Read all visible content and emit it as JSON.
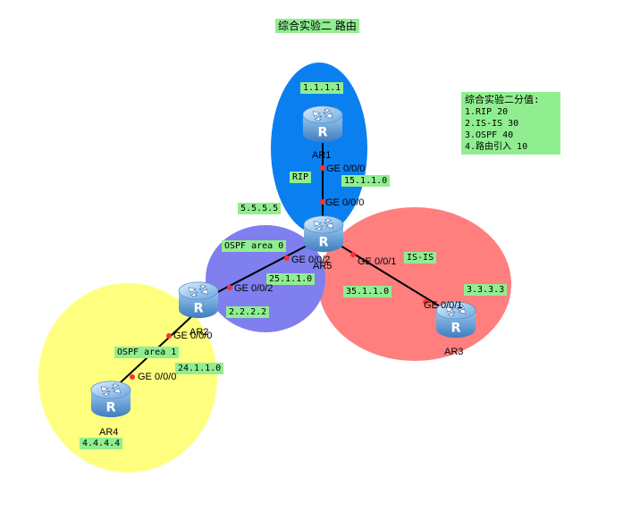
{
  "title": "综合实验二 路由",
  "score": {
    "heading": "综合实验二分值:",
    "items": [
      "1.RIP 20",
      "2.IS-IS 30",
      "3.OSPF 40",
      "4.路由引入 10"
    ]
  },
  "areas": {
    "rip": "RIP",
    "isis": "IS-IS",
    "ospf0": "OSPF area 0",
    "ospf1": "OSPF area 1"
  },
  "routers": {
    "ar1": "AR1",
    "ar2": "AR2",
    "ar3": "AR3",
    "ar4": "AR4",
    "ar5": "AR5"
  },
  "addresses": {
    "ar1_id": "1.1.1.1",
    "ar2_id": "2.2.2.2",
    "ar3_id": "3.3.3.3",
    "ar4_id": "4.4.4.4",
    "ar5_id": "5.5.5.5",
    "net15": "15.1.1.0",
    "net25": "25.1.1.0",
    "net35": "35.1.1.0",
    "net24": "24.1.1.0"
  },
  "ports": {
    "ar1_g000": "GE 0/0/0",
    "ar5_g000": "GE 0/0/0",
    "ar5_g002": "GE 0/0/2",
    "ar5_g001": "GE 0/0/1",
    "ar2_g002": "GE 0/0/2",
    "ar2_g000": "GE 0/0/0",
    "ar3_g001": "GE 0/0/1",
    "ar4_g000": "GE 0/0/0"
  },
  "colors": {
    "rip_area": "#0a7ff0",
    "isis_area": "#ff7f7f",
    "ospf0_area": "#7f7fef",
    "ospf1_area": "#ffff7f",
    "label_bg": "#90ee90",
    "port_dot": "#ff3030",
    "router_body": "#3d7dc0"
  }
}
